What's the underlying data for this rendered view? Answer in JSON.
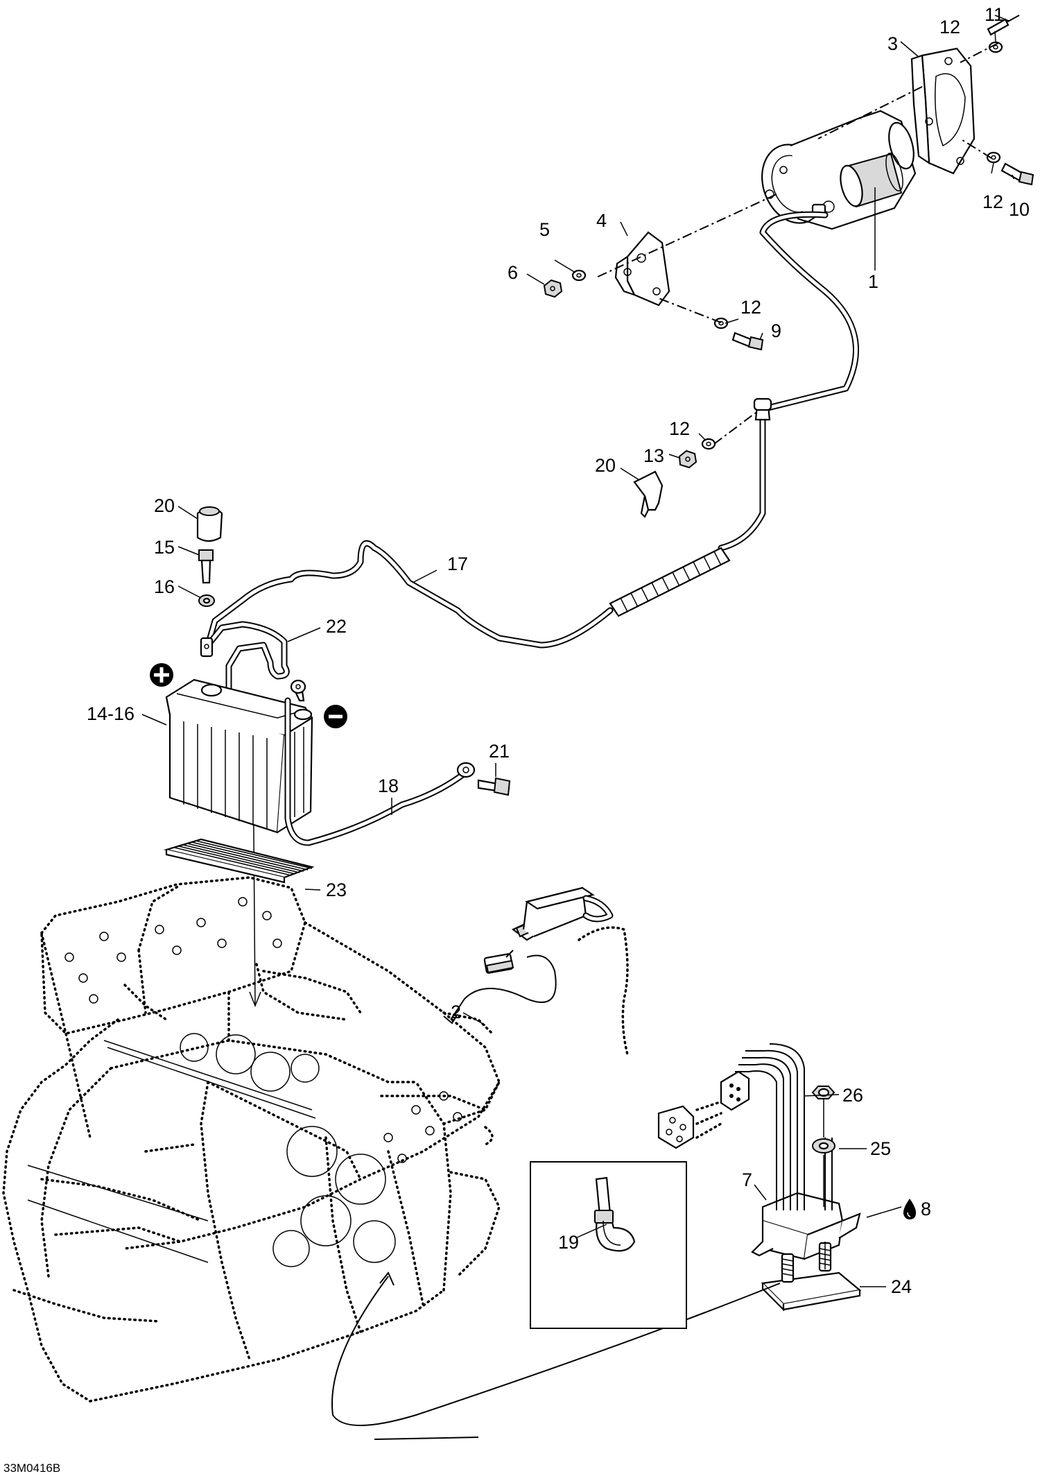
{
  "drawing_code": "33M0416B",
  "callouts": {
    "c1": "1",
    "c2": "2",
    "c3": "3",
    "c4": "4",
    "c5": "5",
    "c6": "6",
    "c7": "7",
    "c8": "8",
    "c9": "9",
    "c10": "10",
    "c11": "11",
    "c12a": "12",
    "c12b": "12",
    "c12c": "12",
    "c12d": "12",
    "c13": "13",
    "c14_16": "14-16",
    "c15": "15",
    "c16": "16",
    "c17": "17",
    "c18": "18",
    "c19": "19",
    "c20a": "20",
    "c20b": "20",
    "c21": "21",
    "c22": "22",
    "c23": "23",
    "c24": "24",
    "c25": "25",
    "c26": "26"
  },
  "symbols": {
    "positive_terminal": "+",
    "negative_terminal": "−",
    "lubricant_icon": "oil-drop-icon"
  },
  "colors": {
    "ink": "#000000",
    "paper": "#ffffff"
  }
}
